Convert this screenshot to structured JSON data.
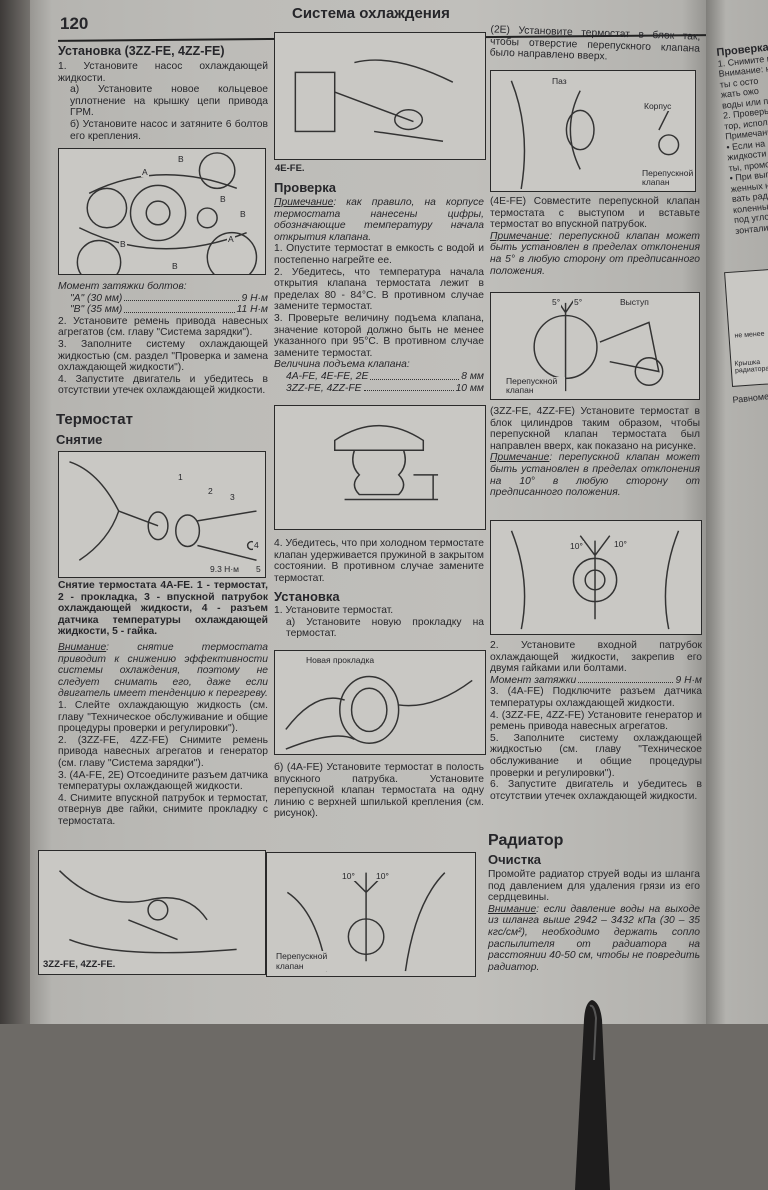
{
  "header": {
    "page_number": "120",
    "chapter_title": "Система охлаждения"
  },
  "col1": {
    "install_heading": "Установка (3ZZ-FE, 4ZZ-FE)",
    "install_steps": [
      "1. Установите насос охлаждающей жидкости.",
      "а) Установите новое кольцевое уплотнение на крышку цепи привода ГРМ.",
      "б) Установите насос и затяните 6 болтов его крепления."
    ],
    "fig1_labels": [
      "A",
      "B",
      "B",
      "B",
      "B",
      "A",
      "B"
    ],
    "torque_title": "Момент затяжки болтов:",
    "torque": [
      {
        "label": "\"A\" (30 мм)",
        "value": "9 Н·м"
      },
      {
        "label": "\"B\" (35 мм)",
        "value": "11 Н·м"
      }
    ],
    "steps2": [
      "2. Установите ремень привода навесных агрегатов (см. главу \"Система зарядки\").",
      "3. Заполните систему охлаждающей жидкостью (см. раздел \"Проверка и замена охлаждающей жидкости\").",
      "4. Запустите двигатель и убедитесь в отсутствии утечек охлаждающей жидкости."
    ],
    "thermostat_heading": "Термостат",
    "removal_heading": "Снятие",
    "fig2_labels": [
      "1",
      "2",
      "3",
      "4",
      "5",
      "9.3 Н·м"
    ],
    "fig2_caption": "Снятие термостата 4A-FE. 1 - термостат, 2 - прокладка, 3 - впускной патрубок охлаждающей жидкости, 4 - разъем датчика температуры охлаждающей жидкости, 5 - гайка.",
    "warning_label": "Внимание",
    "warning_text": ": снятие термостата приводит к снижению эффективности системы охлаждения, поэтому не следует снимать его, даже если двигатель имеет тенденцию к перегреву.",
    "removal_steps": [
      "1. Слейте охлаждающую жидкость (см. главу \"Техническое обслуживание и общие процедуры проверки и регулировки\").",
      "2. (3ZZ-FE, 4ZZ-FE) Снимите ремень привода навесных агрегатов и генератор (см. главу \"Система зарядки\").",
      "3. (4A-FE, 2E) Отсоедините разъем датчика температуры охлаждающей жидкости.",
      "4. Снимите впускной патрубок и термостат, отвернув две гайки, снимите прокладку с термостата."
    ],
    "fig3_label": "3ZZ-FE, 4ZZ-FE."
  },
  "col2": {
    "fig_label": "4E-FE.",
    "check_heading": "Проверка",
    "note_label": "Примечание",
    "note_text": ": как правило, на корпусе термостата нанесены цифры, обозначающие температуру начала открытия клапана.",
    "check_steps": [
      "1. Опустите термостат в емкость с водой и постепенно нагрейте ее.",
      "2. Убедитесь, что температура начала открытия клапана термостата лежит в пределах 80 - 84°C. В противном случае замените термостат.",
      "3. Проверьте величину подъема клапана, значение которой должно быть не менее указанного при 95°C. В противном случае замените термостат."
    ],
    "lift_title": "Величина подъема клапана:",
    "lift": [
      {
        "label": "4A-FE, 4E-FE, 2E",
        "value": "8 мм"
      },
      {
        "label": "3ZZ-FE, 4ZZ-FE",
        "value": "10 мм"
      }
    ],
    "step4": "4. Убедитесь, что при холодном термостате клапан удерживается пружиной в закрытом состоянии. В противном случае замените термостат.",
    "install_heading": "Установка",
    "install_steps": [
      "1. Установите термостат.",
      "а) Установите новую прокладку на термостат."
    ],
    "fig_gasket_label": "Новая прокладка",
    "step_b": "б) (4A-FE) Установите термостат в полость впускного патрубка. Установите перепускной клапан термостата на одну линию с верхней шпилькой крепления (см. рисунок).",
    "fig_bottom_labels": [
      "10°",
      "10°",
      "Перепускной клапан"
    ]
  },
  "col3": {
    "step_2e": "(2E) Установите термостат в блок так, чтобы отверстие перепускного клапана было направлено вверх.",
    "fig1_labels": [
      "Паз",
      "Корпус",
      "Перепускной клапан"
    ],
    "step_4efe": "(4E-FE) Совместите перепускной клапан термостата с выступом и вставьте термостат во впускной патрубок.",
    "note1_label": "Примечание",
    "note1_text": ": перепускной клапан может быть установлен в пределах отклонения на 5° в любую сторону от предписанного положения.",
    "fig2_labels": [
      "5°",
      "5°",
      "Выступ",
      "Перепускной клапан"
    ],
    "step_3zz": "(3ZZ-FE, 4ZZ-FE) Установите термостат в блок цилиндров таким образом, чтобы перепускной клапан термостата был направлен вверх, как показано на рисунке.",
    "note2_label": "Примечание",
    "note2_text": ": перепускной клапан может быть установлен в пределах отклонения на 10° в любую сторону от предписанного положения.",
    "fig3_labels": [
      "10°",
      "10°"
    ],
    "steps": [
      "2. Установите входной патрубок охлаждающей жидкости, закрепив его двумя гайками или болтами."
    ],
    "torque_label": "Момент затяжки",
    "torque_value": "9 Н·м",
    "steps_b": [
      "3. (4A-FE) Подключите разъем датчика температуры охлаждающей жидкости.",
      "4. (3ZZ-FE, 4ZZ-FE) Установите генератор и ремень привода навесных агрегатов.",
      "5. Заполните систему охлаждающей жидкостью (см. главу \"Техническое обслуживание и общие процедуры проверки и регулировки\").",
      "6. Запустите двигатель и убедитесь в отсутствии утечек охлаждающей жидкости."
    ],
    "radiator_heading": "Радиатор",
    "cleaning_heading": "Очистка",
    "cleaning_text": "Промойте радиатор струей воды из шланга под давлением для удаления грязи из его сердцевины.",
    "warning_label": "Внимание",
    "warning_text": ": если давление воды на выходе из шланга выше 2942 – 3432 кПа (30 – 35 кгс/см²), необходимо держать сопло распылителя от радиатора на расстоянии 40-50 см, чтобы не повредить радиатор."
  },
  "right_page": {
    "heading": "Проверка",
    "lines": [
      "1. Снимите кр",
      "Внимание: н",
      "ты с осто",
      "жать ожо",
      "воды или пар",
      "2. Проверьте",
      "тор, использ",
      "Примечание:",
      "• Если на кр",
      "жидкости",
      "ты, промо",
      "• При выпо",
      "женных н",
      "вать рад",
      "коленный",
      "под углом",
      "зонтали, н"
    ],
    "fig_labels": [
      "не менее",
      "Крышка радиатора"
    ],
    "bottom": "Равномерн"
  }
}
